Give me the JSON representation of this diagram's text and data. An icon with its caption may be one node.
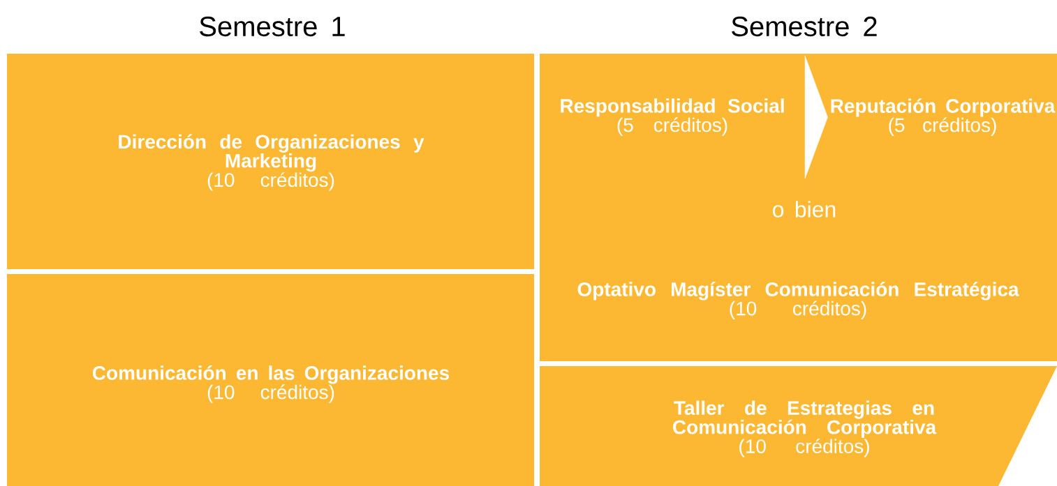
{
  "diagram": {
    "nodes": [
      {
        "text": [
          "Dirección de Organizaciones y Marketing",
          "(10 créditos)"
        ]
      },
      {
        "text": [
          "Comunicación en las Organizaciones",
          "(10 créditos)"
        ]
      },
      {
        "text": [
          "Responsabilidad Social",
          "(5 créditos)"
        ]
      },
      {
        "text": [
          "Reputación Corporativa",
          "(5 créditos)"
        ]
      },
      {
        "text": [
          "Optativo Magíster Comunicación Estratégica",
          "(10 créditos)"
        ]
      },
      {
        "text": [
          "Taller de Estrategias en Comunicación Corporativa",
          "(10 créditos)"
        ]
      }
    ],
    "edges": [
      {
        "from": 2,
        "to": 3,
        "arrow": "to"
      }
    ],
    "labels": [
      "Semestre 1",
      "Semestre 2",
      "o bien"
    ]
  }
}
